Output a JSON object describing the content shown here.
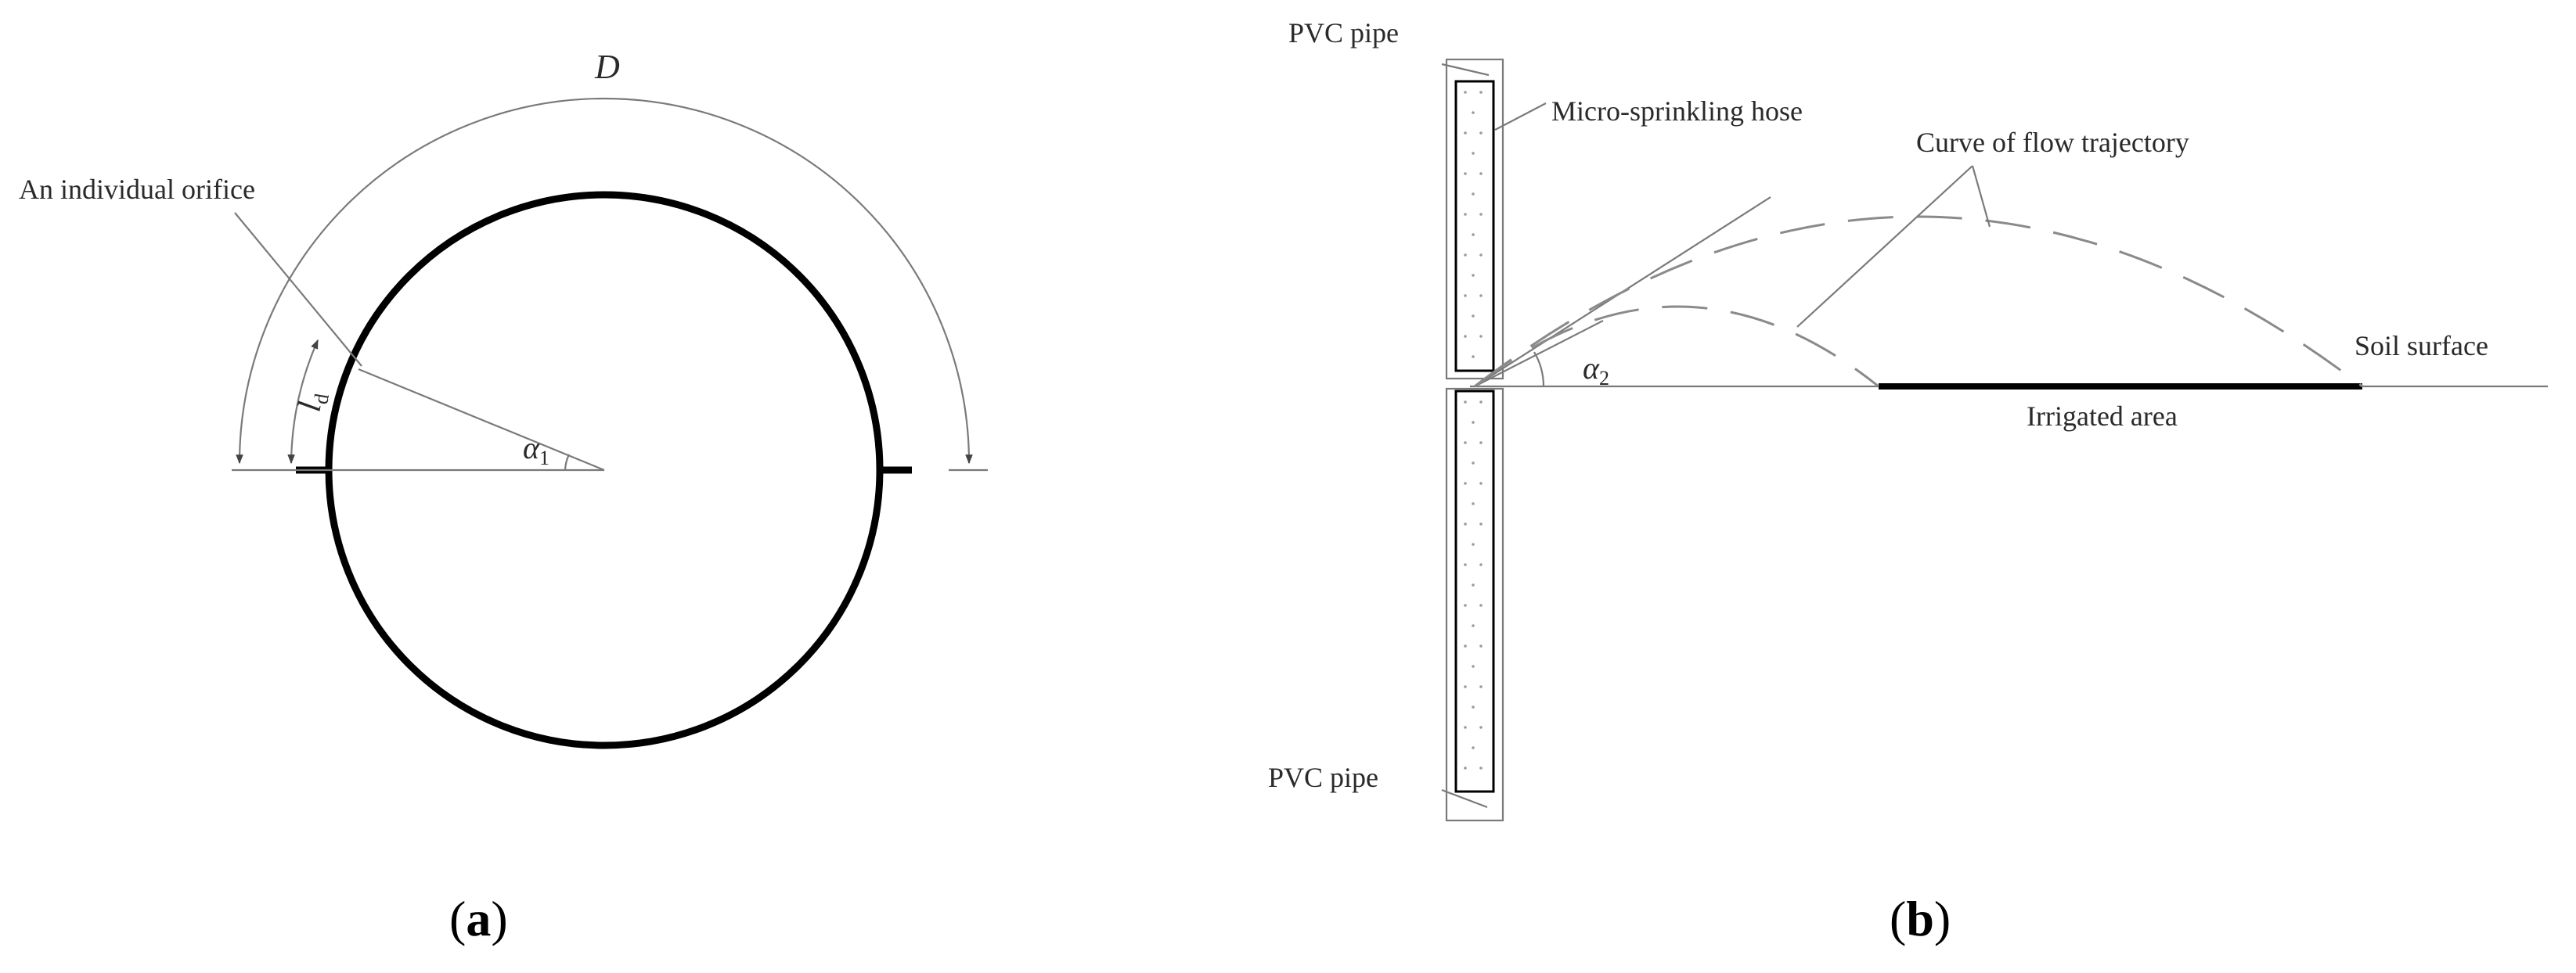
{
  "panel_a": {
    "diameter_symbol": "D",
    "orifice_label": "An individual orifice",
    "arc_length_symbol": "l",
    "arc_length_sub": "d",
    "angle_symbol": "α",
    "angle_sub": "1",
    "caption_open": "(",
    "caption_letter": "a",
    "caption_close": ")"
  },
  "panel_b": {
    "pipe_top_label": "PVC pipe",
    "pipe_bottom_label": "PVC pipe",
    "hose_label": "Micro-sprinkling hose",
    "trajectory_label": "Curve of flow trajectory",
    "soil_label": "Soil surface",
    "irrigated_label": "Irrigated area",
    "angle_symbol": "α",
    "angle_sub": "2",
    "caption_open": "(",
    "caption_letter": "b",
    "caption_close": ")"
  },
  "colors": {
    "outline": "#000000",
    "thin_line": "#7a7a7a",
    "dashed_curve": "#8a8a8a"
  }
}
